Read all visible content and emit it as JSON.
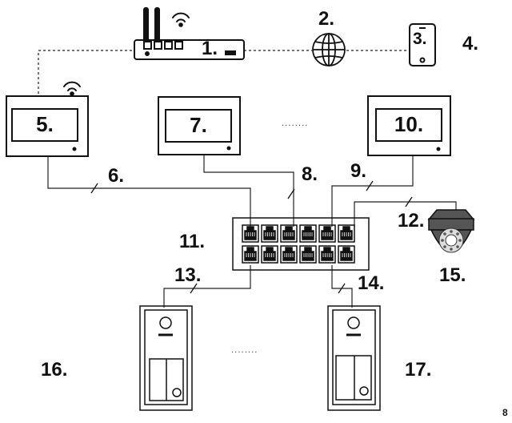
{
  "labels": {
    "n1": "1.",
    "n2": "2.",
    "n3": "3.",
    "n4": "4.",
    "n5": "5.",
    "n6": "6.",
    "n7": "7.",
    "n8": "8.",
    "n9": "9.",
    "n10": "10.",
    "n11": "11.",
    "n12": "12.",
    "n13": "13.",
    "n14": "14.",
    "n15": "15.",
    "n16": "16.",
    "n17": "17."
  },
  "ellipsis": "........",
  "page_number": "8",
  "icons": [
    "router-icon",
    "wifi-icon",
    "globe-icon",
    "smartphone-icon",
    "indoor-monitor-icon",
    "network-switch-icon",
    "dome-camera-icon",
    "door-station-icon"
  ],
  "colors": {
    "line": "#111111",
    "camera": "#555555",
    "camera_light": "#dddddd"
  }
}
